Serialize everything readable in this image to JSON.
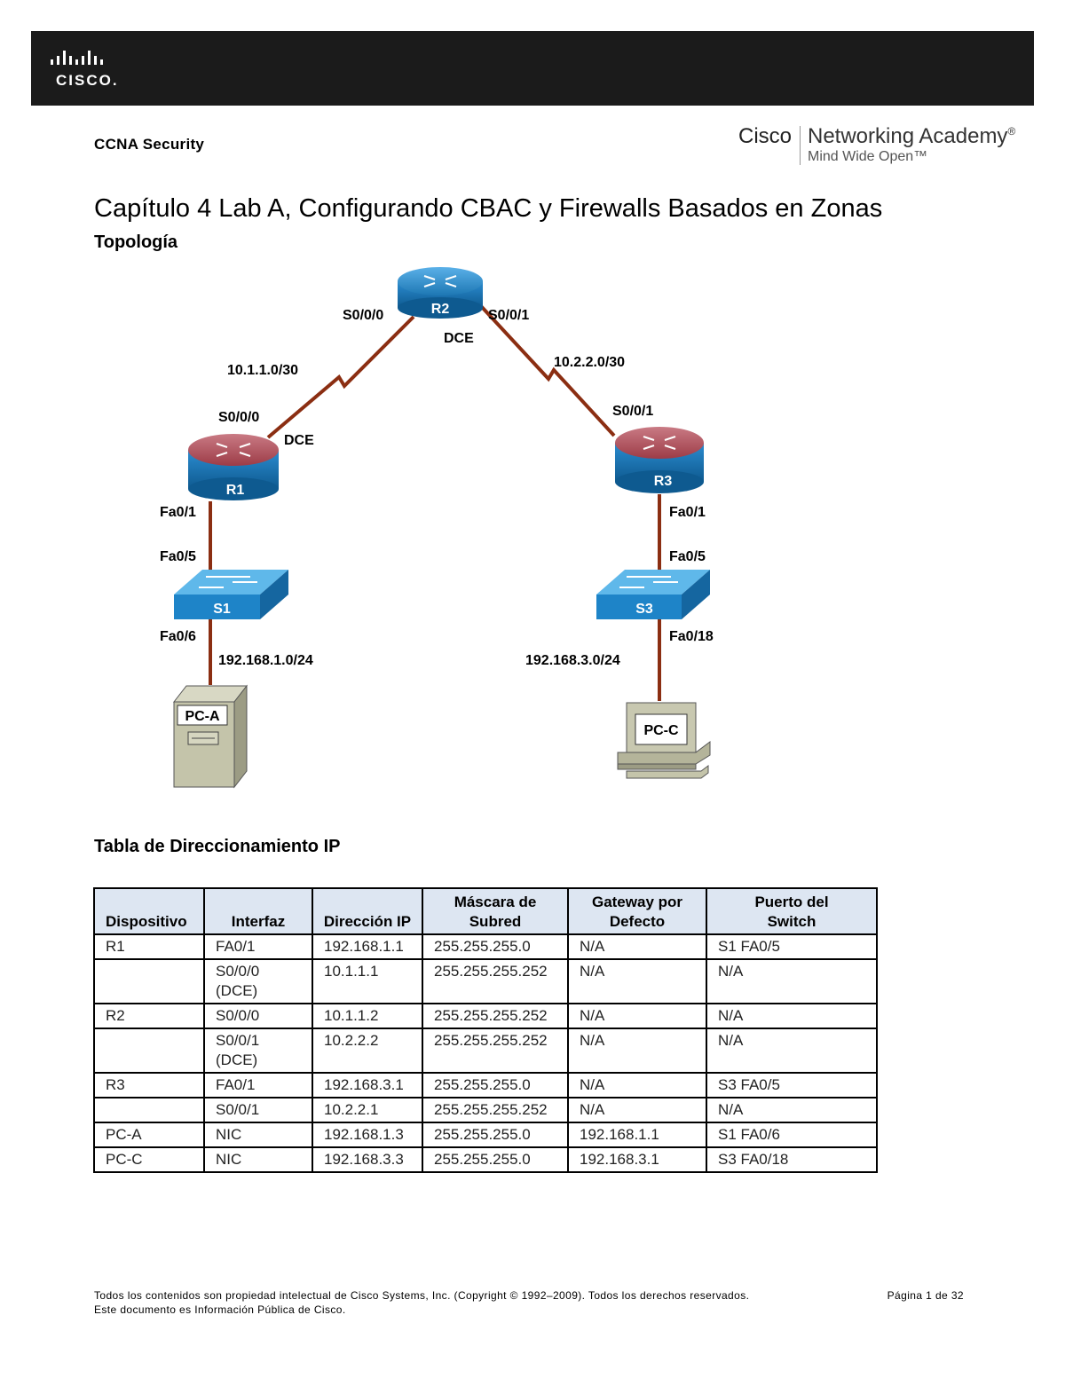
{
  "banner": {
    "logo_icon": "cisco-bridge-logo-icon",
    "logo_word": "CISCO."
  },
  "header": {
    "course": "CCNA Security",
    "academy_brand": "Cisco",
    "academy_name": "Networking Academy",
    "academy_reg": "®",
    "academy_tagline": "Mind Wide Open™"
  },
  "title": "Capítulo 4 Lab A, Configurando CBAC y Firewalls Basados en Zonas",
  "sections": {
    "topology": "Topología",
    "addressing": "Tabla de Direccionamiento IP"
  },
  "topology": {
    "devices": {
      "r1": "R1",
      "r2": "R2",
      "r3": "R3",
      "s1": "S1",
      "s3": "S3",
      "pca": "PC-A",
      "pcc": "PC-C"
    },
    "labels": {
      "r2_s000": "S0/0/0",
      "r2_s001": "S0/0/1",
      "r2_dce": "DCE",
      "net_10_1": "10.1.1.0/30",
      "net_10_2": "10.2.2.0/30",
      "r1_s000": "S0/0/0",
      "r1_dce": "DCE",
      "r3_s001": "S0/0/1",
      "r1_fa01": "Fa0/1",
      "s1_fa05": "Fa0/5",
      "s1_fa06": "Fa0/6",
      "net_192_1": "192.168.1.0/24",
      "r3_fa01": "Fa0/1",
      "s3_fa05": "Fa0/5",
      "s3_fa018": "Fa0/18",
      "net_192_3": "192.168.3.0/24"
    },
    "colors": {
      "router": "#1e78b4",
      "router_top": "#b8545e",
      "switch": "#2a8fd0",
      "link": "#8b2e12"
    }
  },
  "table": {
    "headers": {
      "device": "Dispositivo",
      "interface": "Interfaz",
      "ip": "Dirección IP",
      "mask_line1": "Máscara de",
      "mask_line2": "Subred",
      "gw_line1": "Gateway por",
      "gw_line2": "Defecto",
      "port_line1": "Puerto del",
      "port_line2": "Switch"
    },
    "rows": [
      {
        "device": "R1",
        "iface": "FA0/1",
        "iface2": "",
        "ip": "192.168.1.1",
        "mask": "255.255.255.0",
        "gw": "N/A",
        "port": "S1 FA0/5"
      },
      {
        "device": "",
        "iface": "S0/0/0",
        "iface2": "(DCE)",
        "ip": "10.1.1.1",
        "mask": "255.255.255.252",
        "gw": "N/A",
        "port": "N/A"
      },
      {
        "device": "R2",
        "iface": "S0/0/0",
        "iface2": "",
        "ip": "10.1.1.2",
        "mask": "255.255.255.252",
        "gw": "N/A",
        "port": "N/A"
      },
      {
        "device": "",
        "iface": "S0/0/1",
        "iface2": "(DCE)",
        "ip": "10.2.2.2",
        "mask": "255.255.255.252",
        "gw": "N/A",
        "port": "N/A"
      },
      {
        "device": "R3",
        "iface": "FA0/1",
        "iface2": "",
        "ip": "192.168.3.1",
        "mask": "255.255.255.0",
        "gw": "N/A",
        "port": "S3 FA0/5"
      },
      {
        "device": "",
        "iface": "S0/0/1",
        "iface2": "",
        "ip": "10.2.2.1",
        "mask": "255.255.255.252",
        "gw": "N/A",
        "port": "N/A"
      },
      {
        "device": "PC-A",
        "iface": "NIC",
        "iface2": "",
        "ip": "192.168.1.3",
        "mask": "255.255.255.0",
        "gw": "192.168.1.1",
        "port": "S1 FA0/6"
      },
      {
        "device": "PC-C",
        "iface": "NIC",
        "iface2": "",
        "ip": "192.168.3.3",
        "mask": "255.255.255.0",
        "gw": "192.168.3.1",
        "port": "S3 FA0/18"
      }
    ]
  },
  "footer": {
    "line1": "Todos los contenidos son propiedad intelectual de Cisco Systems, Inc. (Copyright © 1992–2009). Todos los derechos reservados.",
    "line2": "Este documento es Información Pública de Cisco.",
    "page": "Página 1 de 32"
  }
}
